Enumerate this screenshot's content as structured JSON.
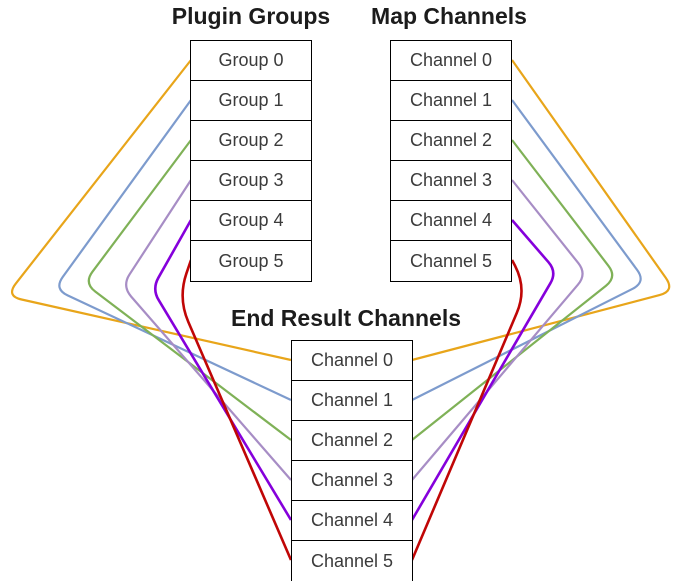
{
  "plugin_groups": {
    "title": "Plugin Groups",
    "rows": [
      "Group 0",
      "Group 1",
      "Group 2",
      "Group 3",
      "Group 4",
      "Group 5"
    ]
  },
  "map_channels": {
    "title": "Map Channels",
    "rows": [
      "Channel 0",
      "Channel 1",
      "Channel 2",
      "Channel 3",
      "Channel 4",
      "Channel 5"
    ]
  },
  "end_result_channels": {
    "title": "End Result Channels",
    "rows": [
      "Channel 0",
      "Channel 1",
      "Channel 2",
      "Channel 3",
      "Channel 4",
      "Channel 5"
    ]
  },
  "colors": {
    "orange": "#E8A51A",
    "blue": "#7D9BCD",
    "green": "#7FB157",
    "lavender": "#A78DC5",
    "violet": "#8500DB",
    "red": "#C00606"
  },
  "connections": [
    {
      "side": "left",
      "index": 0,
      "from": "Group 0",
      "to": "Channel 0",
      "color": "#E8A51A"
    },
    {
      "side": "right",
      "index": 0,
      "from": "Channel 0",
      "to": "Channel 0",
      "color": "#E8A51A"
    },
    {
      "side": "left",
      "index": 1,
      "from": "Group 1",
      "to": "Channel 1",
      "color": "#7D9BCD"
    },
    {
      "side": "right",
      "index": 1,
      "from": "Channel 1",
      "to": "Channel 1",
      "color": "#7D9BCD"
    },
    {
      "side": "left",
      "index": 2,
      "from": "Group 2",
      "to": "Channel 2",
      "color": "#7FB157"
    },
    {
      "side": "right",
      "index": 2,
      "from": "Channel 2",
      "to": "Channel 2",
      "color": "#7FB157"
    },
    {
      "side": "left",
      "index": 3,
      "from": "Group 3",
      "to": "Channel 3",
      "color": "#A78DC5"
    },
    {
      "side": "right",
      "index": 3,
      "from": "Channel 3",
      "to": "Channel 3",
      "color": "#A78DC5"
    },
    {
      "side": "left",
      "index": 4,
      "from": "Group 4",
      "to": "Channel 4",
      "color": "#8500DB"
    },
    {
      "side": "right",
      "index": 4,
      "from": "Channel 4",
      "to": "Channel 4",
      "color": "#8500DB"
    },
    {
      "side": "left",
      "index": 5,
      "from": "Group 5",
      "to": "Channel 5",
      "color": "#C00606"
    },
    {
      "side": "right",
      "index": 5,
      "from": "Channel 5",
      "to": "Channel 5",
      "color": "#C00606"
    }
  ]
}
